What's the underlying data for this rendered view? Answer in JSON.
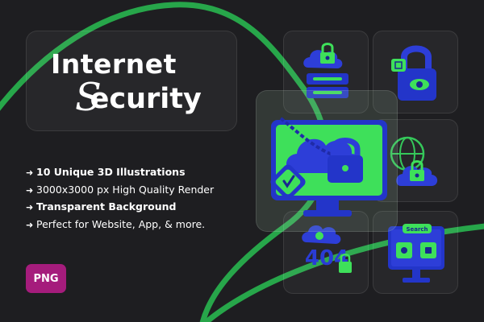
{
  "title": {
    "line1": "Internet",
    "line2_initial": "S",
    "line2_rest": "ecurity"
  },
  "features": [
    {
      "arrow": "➜",
      "text": "10 Unique 3D Illustrations"
    },
    {
      "arrow": "➜",
      "text": "3000x3000 px High Quality Render"
    },
    {
      "arrow": "➜",
      "text": "Transparent Background"
    },
    {
      "arrow": "➜",
      "text": "Perfect for Website, App, & more."
    }
  ],
  "badge": "PNG",
  "illustrations": {
    "monitor_search_label": "Search",
    "error_code": "404"
  },
  "colors": {
    "background": "#1e1e21",
    "accent_green": "#2bb34f",
    "icon_blue": "#2335c9",
    "icon_green": "#3ee05a",
    "badge": "#a51c7c"
  }
}
